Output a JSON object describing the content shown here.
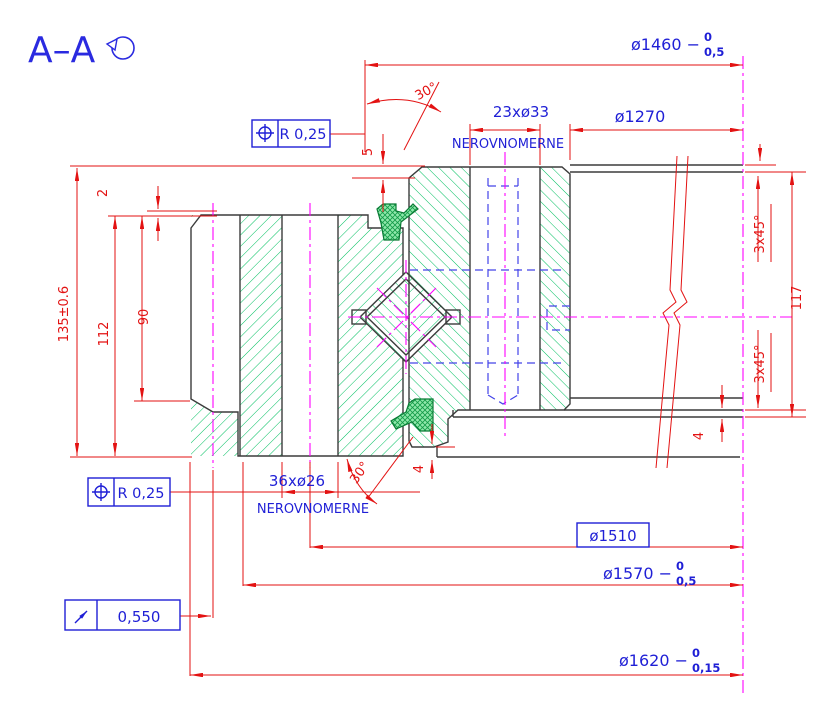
{
  "title": {
    "label": "A–A"
  },
  "colors": {
    "outline": "#3c3c3c",
    "hatch_green": "#00c060",
    "centerline_magenta": "#ff00ff",
    "hidden_blue": "#4343e8",
    "dimension_red": "#e31212",
    "text_blue": "#1f1fd6",
    "seal_green": "#8fe8ab"
  },
  "fcf": {
    "top": {
      "symbol": "position-tolerance",
      "value": "R 0,25"
    },
    "bottom": {
      "symbol": "position-tolerance",
      "value": "R 0,25"
    },
    "runout": {
      "symbol": "runout",
      "value": "0,550"
    }
  },
  "diameters": {
    "d1460": {
      "text": "ø1460 −",
      "tol_top": "0",
      "tol_bot": "0,5"
    },
    "d1270": {
      "text": "ø1270"
    },
    "d1510": {
      "text": "ø1510"
    },
    "d1570": {
      "text": "ø1570 −",
      "tol_top": "0",
      "tol_bot": "0,5"
    },
    "d1620": {
      "text": "ø1620 −",
      "tol_top": "0",
      "tol_bot": "0,15"
    }
  },
  "holes": {
    "top": {
      "count": "23xø33",
      "note": "NEROVNOMERNE"
    },
    "bottom": {
      "count": "36xø26",
      "note": "NEROVNOMERNE"
    }
  },
  "linear": {
    "height_total": "135±0.6",
    "h112": "112",
    "h90": "90",
    "h117": "117",
    "step2": "2",
    "chamfer5": "5",
    "step4_right": "4",
    "step4_bottom": "4"
  },
  "angles": {
    "top": "30°",
    "bottom": "30°",
    "chamfer_top": "3x45°",
    "chamfer_bottom": "3x45°"
  }
}
